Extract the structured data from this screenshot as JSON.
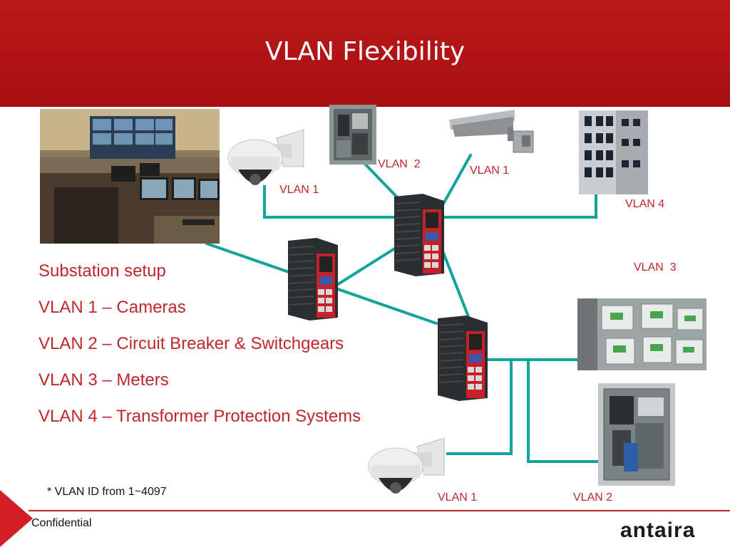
{
  "slide": {
    "title": "VLAN Flexibility"
  },
  "labels": {
    "vlan2_top": "VLAN  2",
    "vlan1_top_right": "VLAN 1",
    "vlan1_left": "VLAN 1",
    "vlan4": "VLAN 4",
    "vlan3": "VLAN  3",
    "vlan1_bottom": "VLAN 1",
    "vlan2_bottom": "VLAN 2"
  },
  "bullets": [
    "Substation setup",
    "VLAN 1 – Cameras",
    "VLAN 2 – Circuit Breaker & Switchgears",
    "VLAN 3 – Meters",
    "VLAN 4 – Transformer Protection Systems"
  ],
  "footnote": "* VLAN ID from 1~4097",
  "footer": {
    "confidential": "Confidential",
    "logo": "antaira"
  },
  "colors": {
    "header": "#b0151a",
    "accent": "#c0262b",
    "link": "#12a39a"
  }
}
